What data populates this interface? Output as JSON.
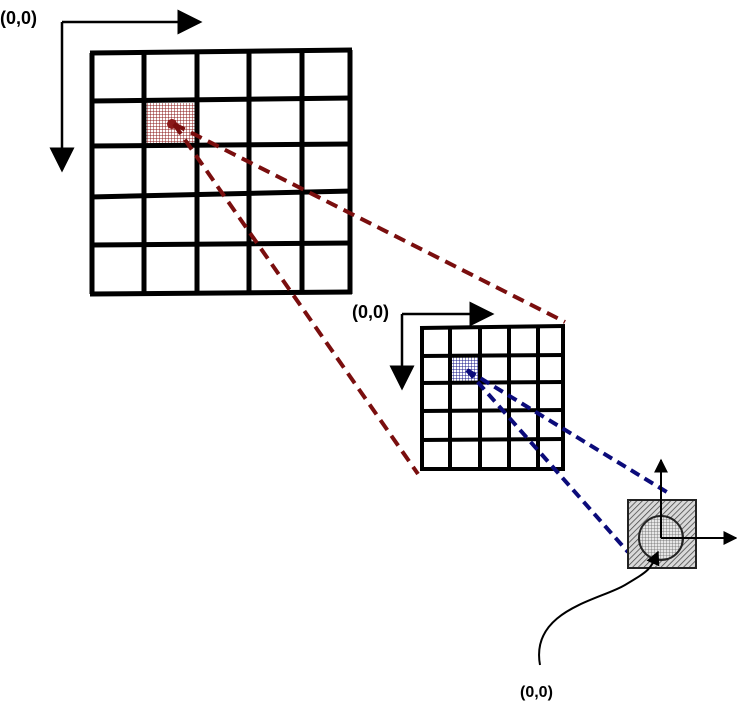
{
  "labels": {
    "origin_large": "(0,0)",
    "origin_medium": "(0,0)",
    "origin_small": "(0,0)"
  },
  "grids": [
    {
      "name": "large-grid",
      "rows": 5,
      "cols": 5,
      "highlight": {
        "row": 1,
        "col": 1,
        "color": "#8b1a1a"
      }
    },
    {
      "name": "medium-grid",
      "rows": 5,
      "cols": 5,
      "highlight": {
        "row": 1,
        "col": 1,
        "color": "#1a1a8b"
      }
    }
  ],
  "colors": {
    "grid_lines": "#000000",
    "projection_red": "#7a0e0e",
    "projection_blue": "#0b0b7a",
    "cell_hatch": "#555555"
  }
}
